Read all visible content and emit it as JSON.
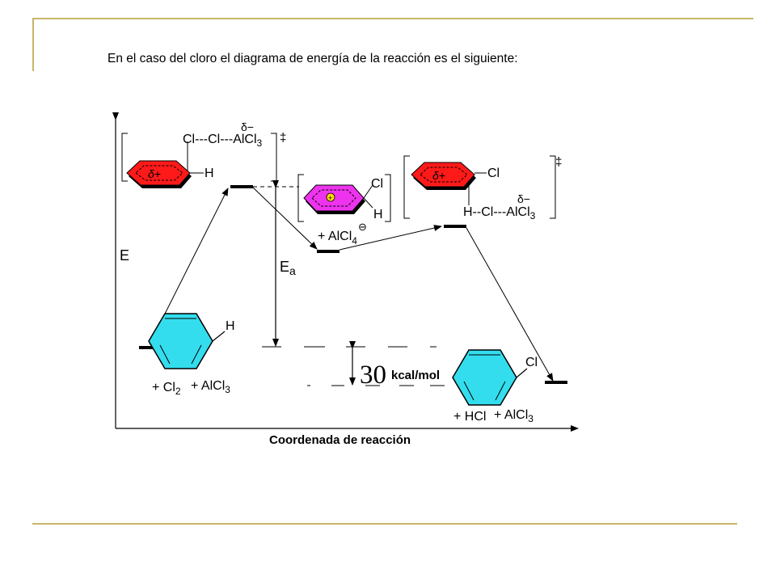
{
  "slide": {
    "heading": "En el caso del cloro el diagrama de energía de la reacción es el siguiente:"
  },
  "diagram": {
    "axis": {
      "x_label": "Coordenada de reacción",
      "y_label": "E"
    },
    "reactants": {
      "h": "H",
      "cl2": "+ Cl",
      "cl2_sub": "2",
      "alcl3": "+ AlCl",
      "alcl3_sub": "3"
    },
    "ts1": {
      "label": "Cl---Cl---AlCl",
      "sub": "3",
      "delta_minus": "δ−",
      "delta_plus": "δ+",
      "h": "H",
      "dagger": "‡"
    },
    "intermediate": {
      "cl": "Cl",
      "h": "H",
      "charge": "+",
      "anion": "+ AlCl",
      "anion_sub": "4",
      "anion_charge": "⊖"
    },
    "ts2": {
      "cl": "Cl",
      "delta_plus": "δ+",
      "delta_minus": "δ−",
      "label": "H--Cl---AlCl",
      "sub": "3",
      "dagger": "‡"
    },
    "products": {
      "cl": "Cl",
      "hcl": "+ HCl",
      "alcl3": "+ AlCl",
      "alcl3_sub": "3"
    },
    "activation": {
      "symbol": "E",
      "sub": "a"
    },
    "energy_diff": {
      "value": "30",
      "unit": "kcal/mol"
    },
    "colors": {
      "ts1_ring": "#ff1a1a",
      "intermediate_ring": "#ee33ee",
      "ts2_ring": "#ff1a1a",
      "benzene": "#33ddee",
      "rule": "#c8b46a"
    }
  }
}
